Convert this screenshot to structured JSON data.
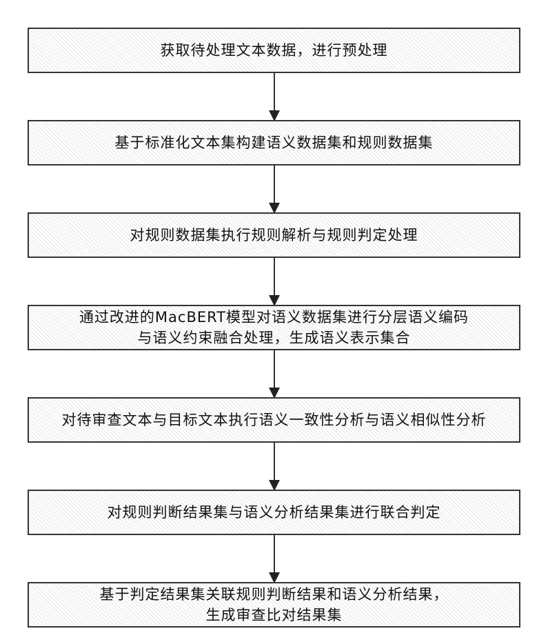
{
  "flowchart": {
    "steps": [
      {
        "label": "获取待处理文本数据，进行预处理"
      },
      {
        "label": "基于标准化文本集构建语义数据集和规则数据集"
      },
      {
        "label": "对规则数据集执行规则解析与规则判定处理"
      },
      {
        "label": "通过改进的MacBERT模型对语义数据集进行分层语义编码\n与语义约束融合处理，生成语义表示集合"
      },
      {
        "label": "对待审查文本与目标文本执行语义一致性分析与语义相似性分析"
      },
      {
        "label": "对规则判断结果集与语义分析结果集进行联合判定"
      },
      {
        "label": "基于判定结果集关联规则判断结果和语义分析结果，\n生成审查比对结果集"
      }
    ]
  }
}
